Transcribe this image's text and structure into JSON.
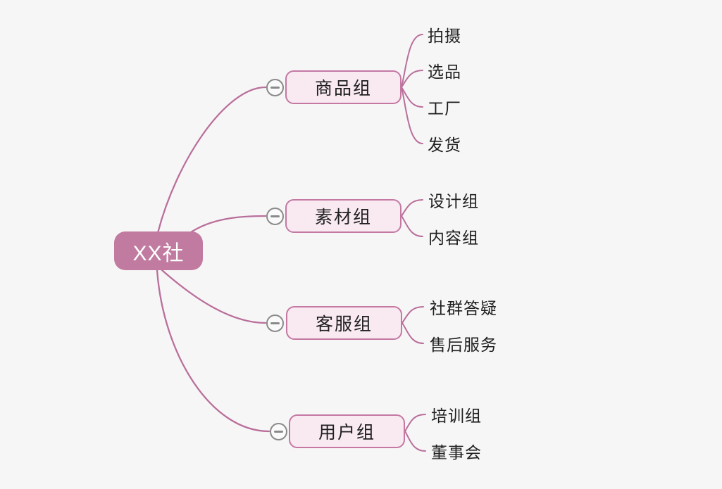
{
  "theme": {
    "background": "#f7f6f6",
    "root_fill": "#c17ba0",
    "root_text": "#ffffff",
    "branch_fill": "#f9eaf2",
    "branch_border": "#c478a2",
    "line_color": "#b96f9b",
    "circle_stroke": "#8a8a8a",
    "circle_fill": "#fbfafa",
    "text_color": "#1f1f1f"
  },
  "icons": {
    "collapse": "minus-circle"
  },
  "map": {
    "root": {
      "label": "XX社"
    },
    "branches": [
      {
        "label": "商品组",
        "collapsed": false,
        "children": [
          "拍摄",
          "选品",
          "工厂",
          "发货"
        ]
      },
      {
        "label": "素材组",
        "collapsed": false,
        "children": [
          "设计组",
          "内容组"
        ]
      },
      {
        "label": "客服组",
        "collapsed": false,
        "children": [
          "社群答疑",
          "售后服务"
        ]
      },
      {
        "label": "用户组",
        "collapsed": false,
        "children": [
          "培训组",
          "董事会"
        ]
      }
    ]
  }
}
